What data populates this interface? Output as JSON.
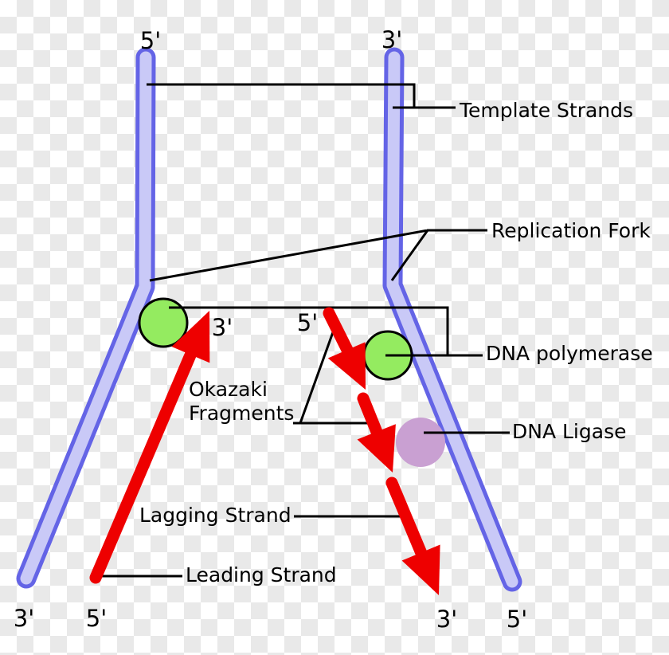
{
  "labels": {
    "template_strands": "Template Strands",
    "replication_fork": "Replication Fork",
    "dna_polymerase": "DNA polymerase",
    "dna_ligase": "DNA Ligase",
    "okazaki_line1": "Okazaki",
    "okazaki_line2": "Fragments",
    "lagging_strand": "Lagging Strand",
    "leading_strand": "Leading Strand"
  },
  "terminal_labels": {
    "top_left": "5'",
    "top_right": "3'",
    "fork_left_3prime": "3'",
    "fork_right_5prime": "5'",
    "bottom_far_left": "3'",
    "bottom_left": "5'",
    "bottom_right": "3'",
    "bottom_far_right": "5'"
  },
  "colors": {
    "strand_outer": "#6464e6",
    "strand_fill": "#c9c9f7",
    "polymerase_green": "#94eb60",
    "ligase_purple": "#c9a0d2",
    "arrow_red": "#ee0000",
    "line_black": "#000000",
    "checker_gray": "#e9e9e9",
    "checker_white": "#ffffff"
  }
}
